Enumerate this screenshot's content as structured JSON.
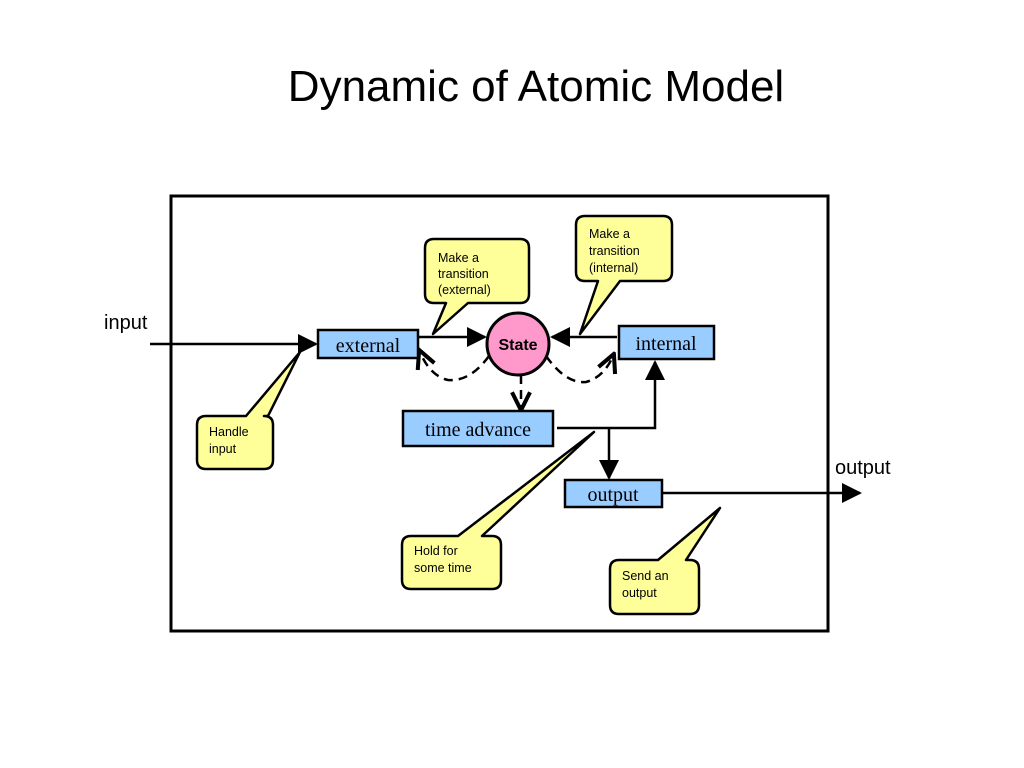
{
  "title": "Dynamic of Atomic Model",
  "colors": {
    "box_fill": "#99ccff",
    "state_fill": "#ff99cc",
    "callout_fill": "#ffff99",
    "stroke": "#000000"
  },
  "diagram": {
    "external_ports": {
      "input": "input",
      "output": "output"
    },
    "nodes": {
      "external": "external",
      "internal": "internal",
      "state": "State",
      "time_advance": "time advance",
      "output": "output"
    },
    "callouts": {
      "handle_input": [
        "Handle",
        "input"
      ],
      "make_external": [
        "Make a",
        "transition",
        "(external)"
      ],
      "make_internal": [
        "Make a",
        "transition",
        "(internal)"
      ],
      "hold": [
        "Hold for",
        "some time"
      ],
      "send_output": [
        "Send an",
        "output"
      ]
    }
  }
}
